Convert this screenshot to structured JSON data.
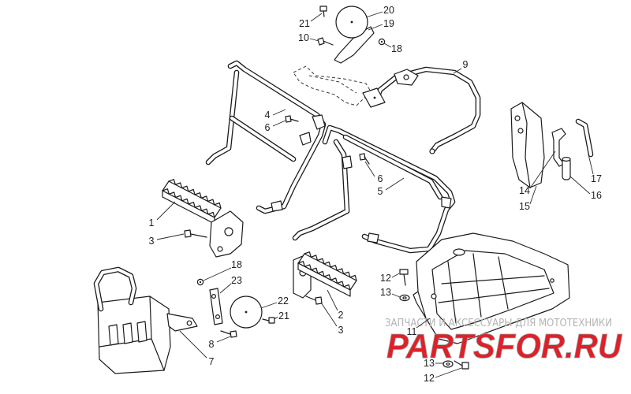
{
  "callouts": [
    "21",
    "20",
    "19",
    "10",
    "18",
    "9",
    "4",
    "6",
    "6",
    "5",
    "1",
    "3",
    "18",
    "23",
    "22",
    "21",
    "2",
    "3",
    "8",
    "7",
    "12",
    "13",
    "11",
    "13",
    "12",
    "14",
    "15",
    "17",
    "16"
  ],
  "watermark": {
    "tagline": "ЗАПЧАСТИ И АКСЕССУАРЫ ДЛЯ МОТОТЕХНИКИ",
    "brand": "PARTSFOR.RU",
    "brand_color": "#e02028"
  }
}
